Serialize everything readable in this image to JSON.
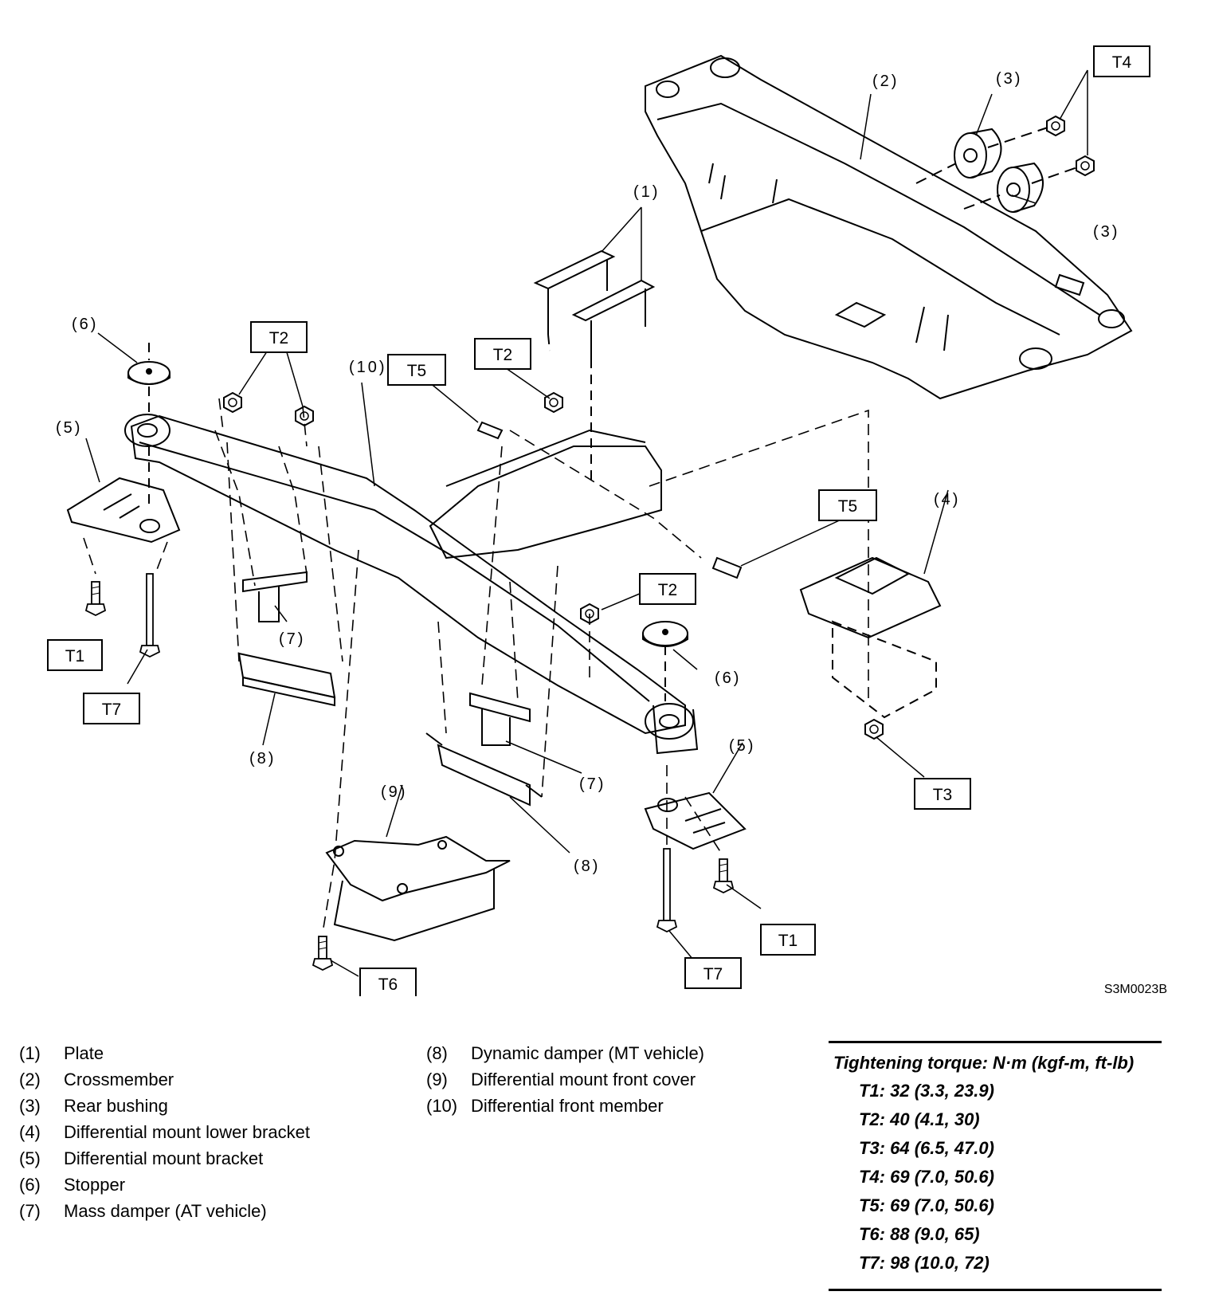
{
  "diagram": {
    "figure_code": "S3M0023B",
    "callouts": [
      "(1)",
      "(2)",
      "(3)",
      "(3)",
      "(4)",
      "(5)",
      "(5)",
      "(6)",
      "(6)",
      "(7)",
      "(7)",
      "(8)",
      "(8)",
      "(9)",
      "(10)"
    ],
    "torque_boxes": [
      "T1",
      "T1",
      "T2",
      "T2",
      "T2",
      "T3",
      "T4",
      "T5",
      "T5",
      "T6",
      "T7",
      "T7"
    ]
  },
  "legend": {
    "left": [
      {
        "num": "(1)",
        "label": "Plate"
      },
      {
        "num": "(2)",
        "label": "Crossmember"
      },
      {
        "num": "(3)",
        "label": "Rear bushing"
      },
      {
        "num": "(4)",
        "label": "Differential mount lower bracket"
      },
      {
        "num": "(5)",
        "label": "Differential mount bracket"
      },
      {
        "num": "(6)",
        "label": "Stopper"
      },
      {
        "num": "(7)",
        "label": "Mass damper (AT vehicle)"
      }
    ],
    "right": [
      {
        "num": "(8)",
        "label": "Dynamic damper (MT vehicle)"
      },
      {
        "num": "(9)",
        "label": "Differential mount front cover"
      },
      {
        "num": "(10)",
        "label": "Differential front member"
      }
    ]
  },
  "torque": {
    "heading": "Tightening torque: N·m (kgf-m, ft-lb)",
    "rows": [
      "T1: 32 (3.3, 23.9)",
      "T2: 40 (4.1, 30)",
      "T3: 64 (6.5, 47.0)",
      "T4: 69 (7.0, 50.6)",
      "T5: 69 (7.0, 50.6)",
      "T6: 88 (9.0, 65)",
      "T7: 98 (10.0, 72)"
    ]
  }
}
